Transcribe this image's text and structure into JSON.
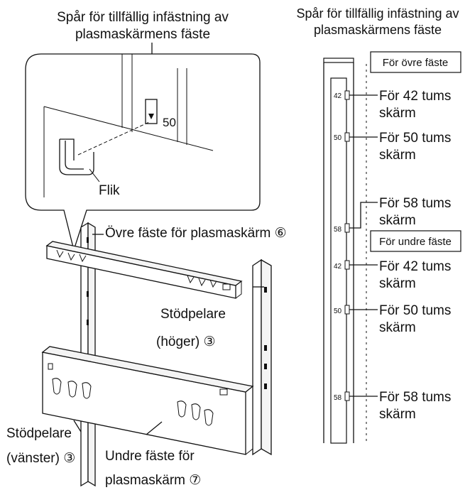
{
  "left": {
    "slot_title": [
      "Spår för tillfällig infästning av",
      "plasmaskärmens fäste"
    ],
    "slot_number": "50",
    "flik_label": "Flik",
    "upper_bracket": {
      "text": "Övre fäste för plasmaskärm",
      "num": "⑥"
    },
    "right_pillar": {
      "line1": "Stödpelare",
      "line2": "(höger)",
      "num": "③"
    },
    "left_pillar": {
      "line1": "Stödpelare",
      "line2": "(vänster)",
      "num": "③"
    },
    "lower_bracket": {
      "line1": "Undre fäste för",
      "line2": "plasmaskärm",
      "num": "⑦"
    }
  },
  "right": {
    "title": [
      "Spår för tillfällig infästning av",
      "plasmaskärmens fäste"
    ],
    "upper_box": "För övre fäste",
    "lower_box": "För undre fäste",
    "upper_items": [
      {
        "tick": "42",
        "line1": "För 42 tums",
        "line2": "skärm"
      },
      {
        "tick": "50",
        "line1": "För 50 tums",
        "line2": "skärm"
      },
      {
        "tick": "58",
        "line1": "För 58 tums",
        "line2": "skärm"
      }
    ],
    "lower_items": [
      {
        "tick": "42",
        "line1": "För 42 tums",
        "line2": "skärm"
      },
      {
        "tick": "50",
        "line1": "För 50 tums",
        "line2": "skärm"
      },
      {
        "tick": "58",
        "line1": "För 58 tums",
        "line2": "skärm"
      }
    ]
  }
}
